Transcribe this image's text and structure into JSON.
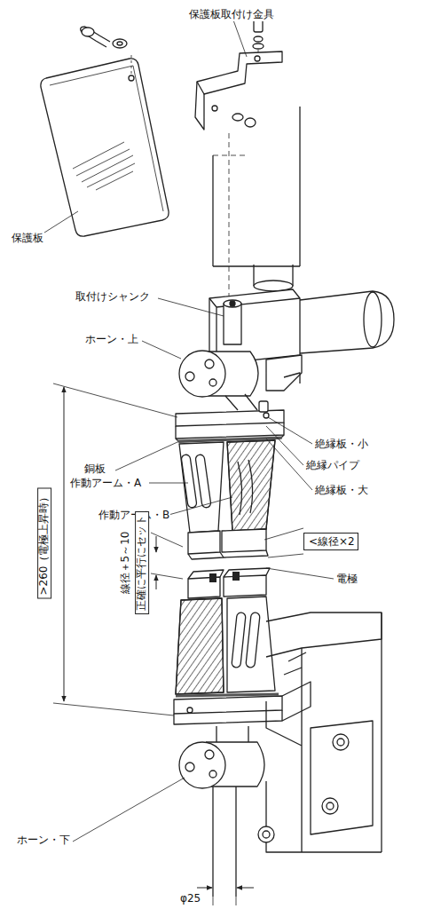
{
  "diagram": {
    "nodes": [
      {
        "text": [
          "<線径×2"
        ]
      }
    ],
    "labels": [
      "保護板取付け金具",
      "保護板",
      "取付けシャンク",
      "ホーン・上",
      "銅板",
      "作動アーム・A",
      "作動アーム・B",
      "絶縁板・小",
      "絶縁パイプ",
      "絶縁板・大",
      "電極",
      ">260（電極上昇時）",
      "線径＋5～10",
      "正確に平行にセット",
      "ホーン・下",
      "φ25"
    ]
  }
}
